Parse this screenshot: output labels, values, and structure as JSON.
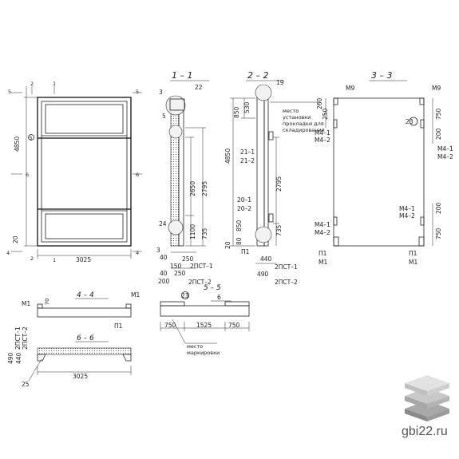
{
  "front": {
    "width": "3025",
    "height": "4850",
    "bottom_offset": "20",
    "section_marks": [
      "1",
      "2",
      "5",
      "6",
      "4"
    ],
    "mark_number": "5"
  },
  "s11": {
    "title": "1 – 1",
    "dims": [
      "2650",
      "2795",
      "1100",
      "735",
      "40",
      "150",
      "250",
      "200"
    ],
    "labels": [
      "3",
      "22",
      "5",
      "24",
      "3",
      "2ПСТ–1",
      "2ПСТ–2"
    ]
  },
  "s22": {
    "title": "2 – 2",
    "dims": [
      "850",
      "530",
      "4850",
      "2795",
      "850",
      "735",
      "80",
      "20",
      "440",
      "490"
    ],
    "labels": [
      "19",
      "21–1",
      "21–2",
      "20–1",
      "20–2",
      "П1",
      "2ПСТ–1",
      "2ПСТ–2"
    ],
    "note": [
      "место",
      "установки",
      "прокладки для",
      "складирования"
    ]
  },
  "s33": {
    "title": "3 – 3",
    "dims": [
      "260",
      "250",
      "750",
      "200",
      "200",
      "750"
    ],
    "labels": [
      "М9",
      "М9",
      "23",
      "М4–1",
      "М4–2",
      "М4–1",
      "М4–2",
      "М4–1",
      "М4–2",
      "М4–1",
      "М4–2",
      "П1",
      "М1",
      "П1",
      "М1"
    ]
  },
  "s44": {
    "title": "4 – 4",
    "dims": [
      "70"
    ],
    "labels": [
      "М1",
      "М1",
      "П1"
    ]
  },
  "s55": {
    "title": "5 – 5",
    "dims": [
      "6",
      "750",
      "1525",
      "750"
    ],
    "labels": [
      "23"
    ],
    "note": [
      "место",
      "маркировки"
    ]
  },
  "s66": {
    "title": "6 – 6",
    "dims": [
      "3025",
      "490",
      "440",
      "2ПСТ–2",
      "2ПСТ–1"
    ],
    "labels": [
      "25"
    ]
  },
  "brand": "gbi22.ru",
  "colors": {
    "ink": "#222222",
    "logo_light": "#d8d8d8",
    "logo_dark": "#8a8a8a"
  }
}
